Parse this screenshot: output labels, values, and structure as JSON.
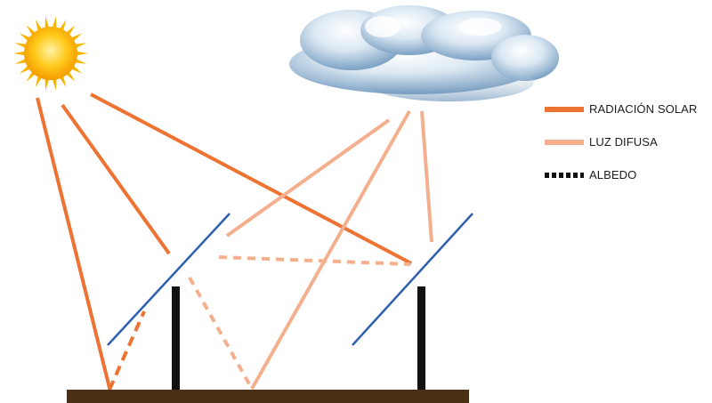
{
  "legend": {
    "items": [
      {
        "key": "solar",
        "label": "RADIACIÓN SOLAR",
        "color": "#ee7232"
      },
      {
        "key": "diffuse",
        "label": "LUZ DIFUSA",
        "color": "#f4b08e"
      },
      {
        "key": "albedo",
        "label": "ALBEDO",
        "color": "#111111"
      }
    ]
  },
  "colors": {
    "solar": "#ee7232",
    "diffuse": "#f4b08e",
    "albedo_reflection": "#ee7232",
    "albedo_diffuse": "#f4b08e",
    "panel": "#2f5fb0",
    "post": "#111111",
    "ground": "#4a2f14",
    "sun": "#f5b400",
    "cloud": "#9cb9d3"
  },
  "icons": {
    "sun": "sun-icon",
    "cloud": "cloud-icon"
  }
}
